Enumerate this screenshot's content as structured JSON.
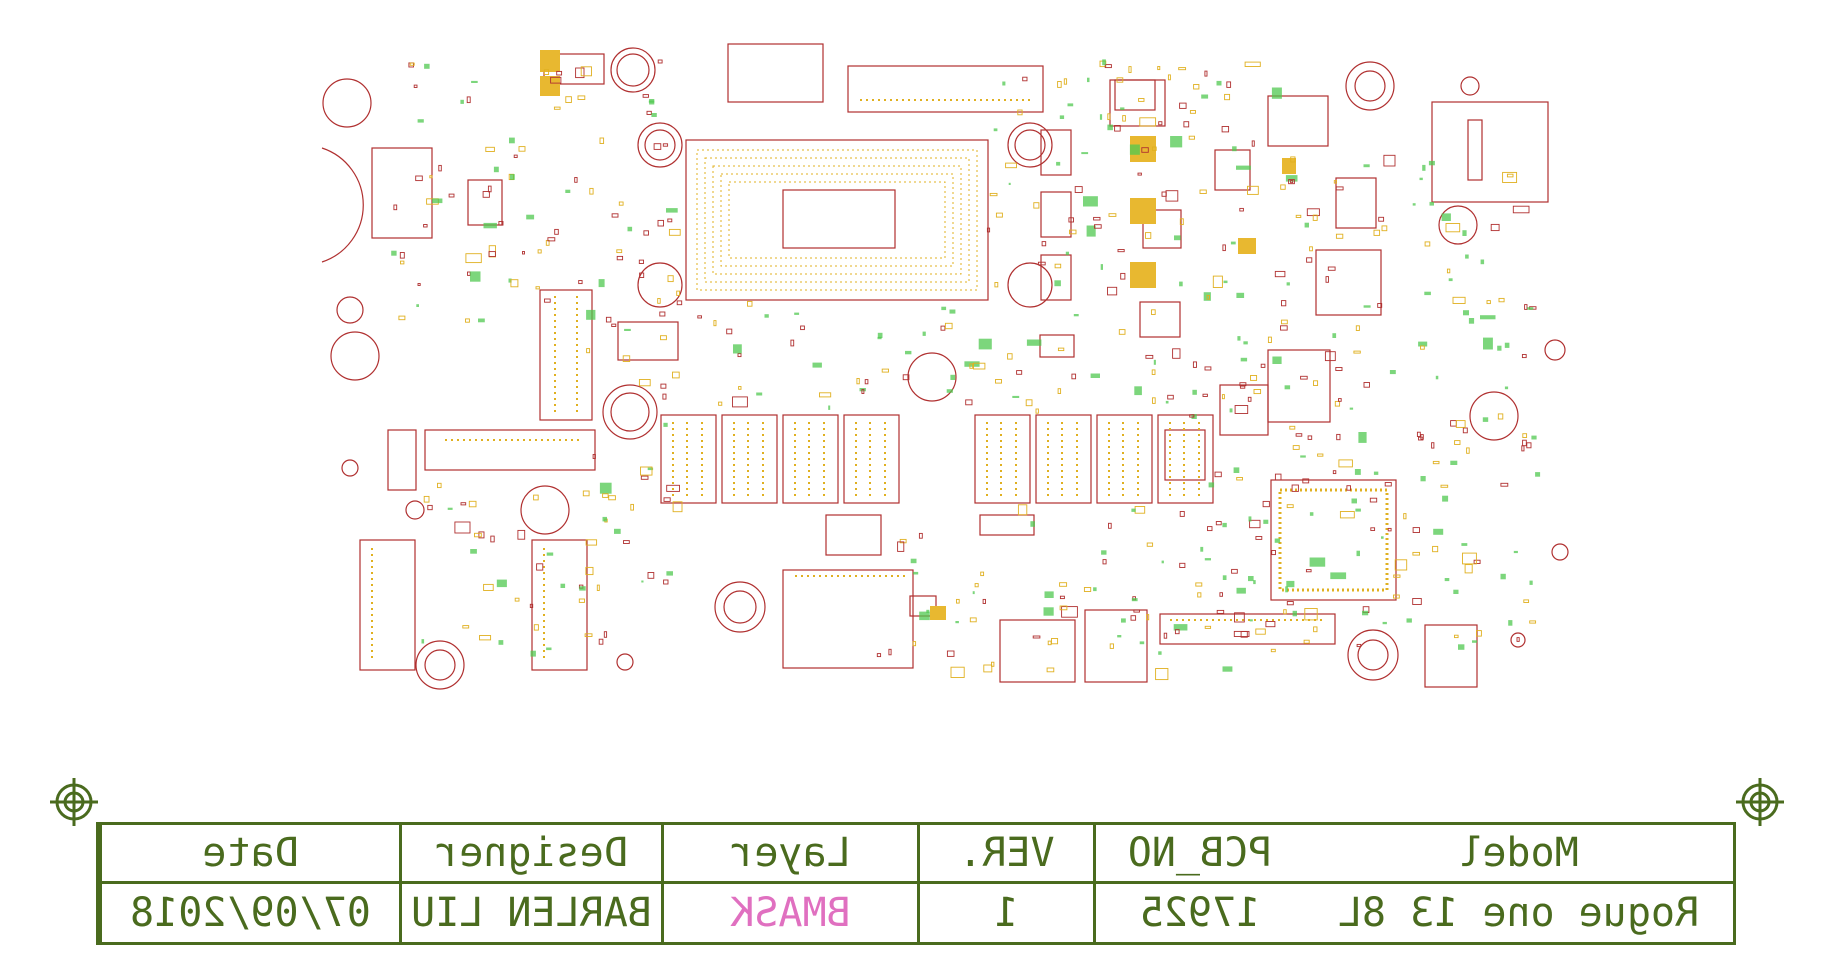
{
  "title_block": {
    "headers": [
      "Date",
      "Designer",
      "Layer",
      "VER.",
      "PCB_NO",
      "Model"
    ],
    "values": [
      "07/09/2018",
      "BARLEN LIU",
      "BMASK",
      "1",
      "17925",
      "Rogue one 13 8L"
    ]
  },
  "colors": {
    "frame": "#4a6b1e",
    "outline": "#b03030",
    "pads": "#e0b020",
    "silkscreen": "#50c850",
    "layer_text": "#e070c0"
  }
}
